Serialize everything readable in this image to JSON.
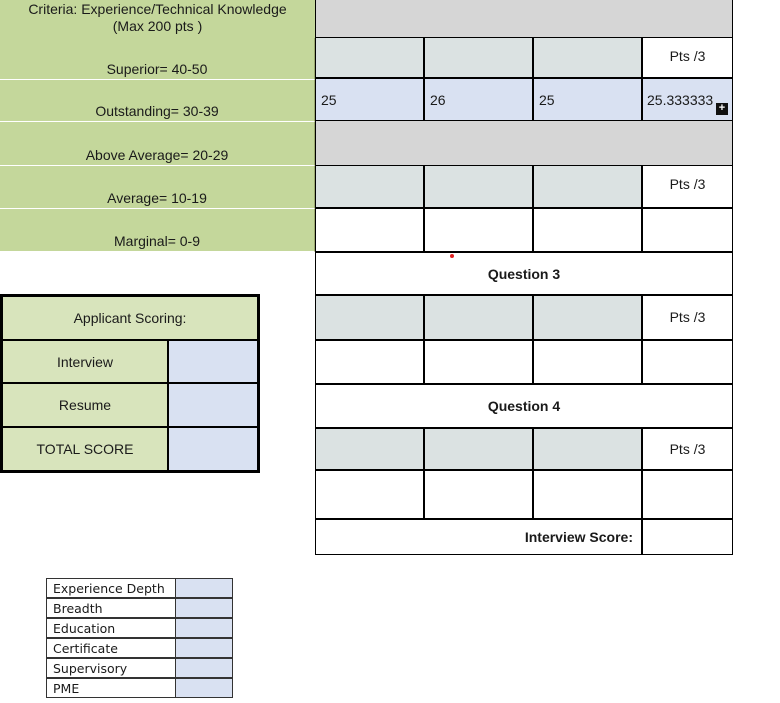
{
  "criteria": {
    "title_line1": "Criteria: Experience/Technical Knowledge",
    "title_line2": "(Max 200 pts )",
    "levels": [
      "Superior= 40-50",
      "Outstanding= 30-39",
      "Above Average= 20-29",
      "Average= 10-19",
      "Marginal= 0-9"
    ]
  },
  "grid": {
    "pts_label": "Pts /3",
    "row_values": [
      "25",
      "26",
      "25",
      "25.333333"
    ],
    "question3": "Question 3",
    "question4": "Question 4",
    "interview_score_label": "Interview Score:"
  },
  "applicant": {
    "header": "Applicant Scoring:",
    "rows": [
      "Interview",
      "Resume",
      "TOTAL SCORE"
    ]
  },
  "factors": [
    "Experience Depth",
    "Breadth",
    "Education",
    "Certificate",
    "Supervisory",
    "PME"
  ]
}
